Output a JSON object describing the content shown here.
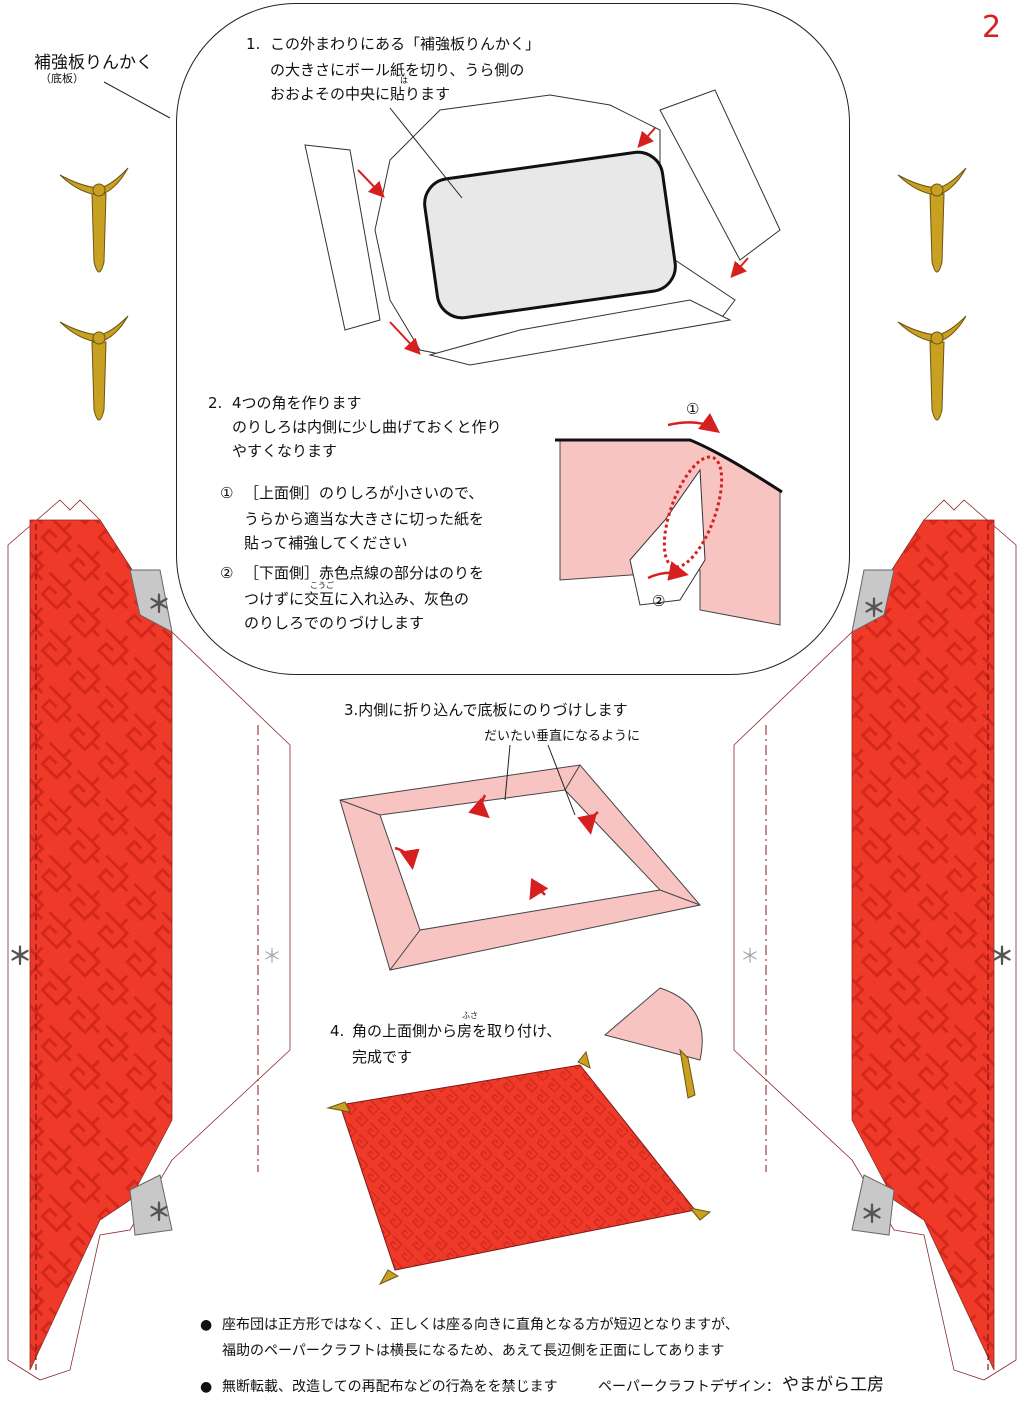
{
  "page_number": "2",
  "corner_label": {
    "title": "補強板りんかく",
    "sub": "（底板）"
  },
  "steps": {
    "s1": {
      "num": "1.",
      "lines": [
        "この外まわりにある「補強板りんかく」",
        "の大きさにボール紙を切り、うら側の",
        "おおよその中央に貼ります"
      ],
      "ruby": "は"
    },
    "s2": {
      "num": "2.",
      "lines": [
        "4つの角を作ります",
        "のりしろは内側に少し曲げておくと作り",
        "やすくなります"
      ],
      "sub1": {
        "mark": "①",
        "lines": [
          "［上面側］のりしろが小さいので、",
          "うらから適当な大きさに切った紙を",
          "貼って補強してください"
        ]
      },
      "sub2": {
        "mark": "②",
        "lines": [
          "［下面側］赤色点線の部分はのりを",
          "つけずに交互に入れ込み、灰色の",
          "のりしろでのりづけします"
        ],
        "ruby": "こうご"
      },
      "diagram_marks": [
        "①",
        "②"
      ]
    },
    "s3": {
      "title": "3.内側に折り込んで底板にのりづけします",
      "note": "だいたい垂直になるように"
    },
    "s4": {
      "num": "4.",
      "lines": [
        "角の上面側から房を取り付け、",
        "完成です"
      ],
      "ruby": "ふさ"
    }
  },
  "glue_marks": {
    "asterisk": "＊"
  },
  "footer": {
    "bullet": "●",
    "note1_line1": "座布団は正方形ではなく、正しくは座る向きに直角となる方が短辺となりますが、",
    "note1_line2": "福助のペーパークラフトは横長になるため、あえて長辺側を正面にしてあります",
    "note2": "無断転載、改造しての再配布などの行為をを禁じます",
    "credit_label": "ペーパークラフトデザイン：",
    "credit_name": "やまがら工房"
  },
  "colors": {
    "cushion_red": "#ef3a2a",
    "pink": "#f7c4c1",
    "tassel_gold": "#c8a022",
    "accent_red": "#d62020",
    "tab_gray": "#c8c8c8"
  }
}
